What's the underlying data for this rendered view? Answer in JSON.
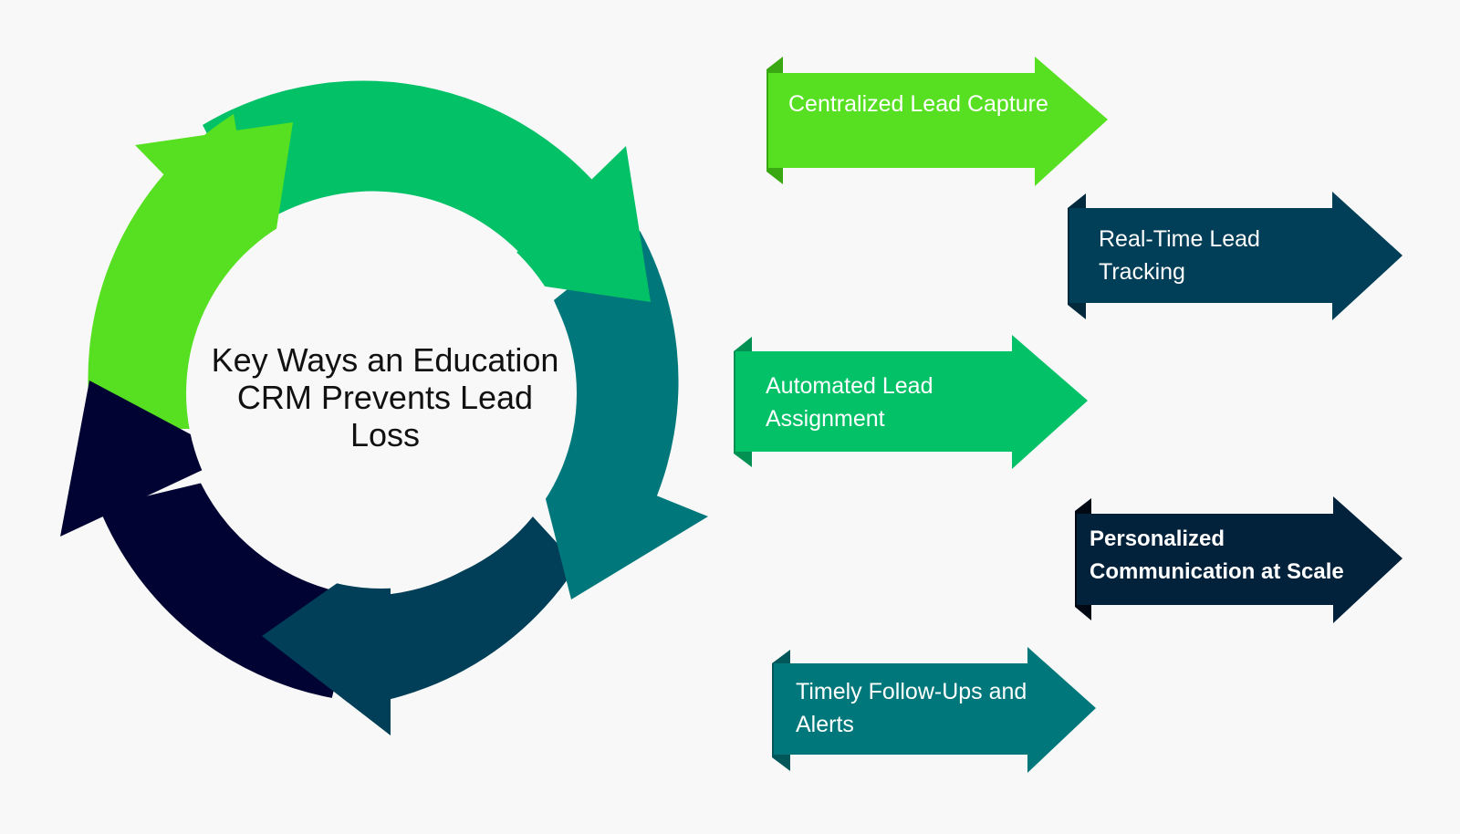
{
  "title_lines": [
    "Key Ways an Education",
    "CRM Prevents Lead",
    "Loss"
  ],
  "colors": {
    "background": "#f8f8f8",
    "lime": "#56e021",
    "green": "#03c167",
    "teal": "#00787b",
    "dark_teal": "#003f57",
    "navy": "#010332"
  },
  "cycle_segments": [
    {
      "name": "cycle-arrow-lime",
      "color": "#56e021"
    },
    {
      "name": "cycle-arrow-green",
      "color": "#03c167"
    },
    {
      "name": "cycle-arrow-teal",
      "color": "#00787b"
    },
    {
      "name": "cycle-arrow-dark-teal",
      "color": "#003f57"
    },
    {
      "name": "cycle-arrow-navy",
      "color": "#010332"
    }
  ],
  "arrows": [
    {
      "lines": [
        "Centralized Lead Capture"
      ],
      "color": "#56e021"
    },
    {
      "lines": [
        "Real-Time Lead",
        "Tracking"
      ],
      "color": "#003f57"
    },
    {
      "lines": [
        "Automated Lead",
        "Assignment"
      ],
      "color": "#03c167"
    },
    {
      "lines": [
        "Personalized",
        "Communication at Scale"
      ],
      "color": "#02213a",
      "bold": true
    },
    {
      "lines": [
        "Timely Follow-Ups and",
        "Alerts"
      ],
      "color": "#00787b"
    }
  ]
}
